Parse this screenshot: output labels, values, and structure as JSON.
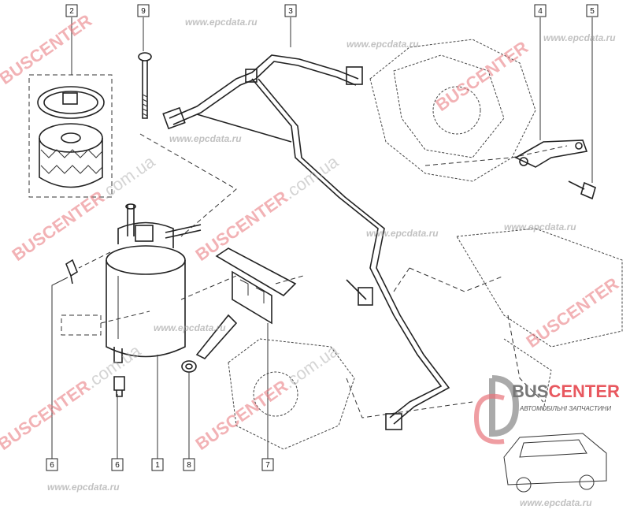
{
  "callouts": {
    "top": [
      "2",
      "9",
      "3",
      "4",
      "5"
    ],
    "bottom": [
      "6",
      "6",
      "1",
      "8",
      "7"
    ]
  },
  "watermarks": {
    "brand": "BUSCENTER",
    "domain": ".com.ua",
    "site": "www.epcdata.ru"
  },
  "logo": {
    "name_dark": "BUS",
    "name_red": "CENTER",
    "tagline": "АВТОМОБІЛЬНІ ЗАПЧАСТИНИ"
  },
  "colors": {
    "watermark": "#e8747a",
    "logo_red": "#e8585f"
  }
}
